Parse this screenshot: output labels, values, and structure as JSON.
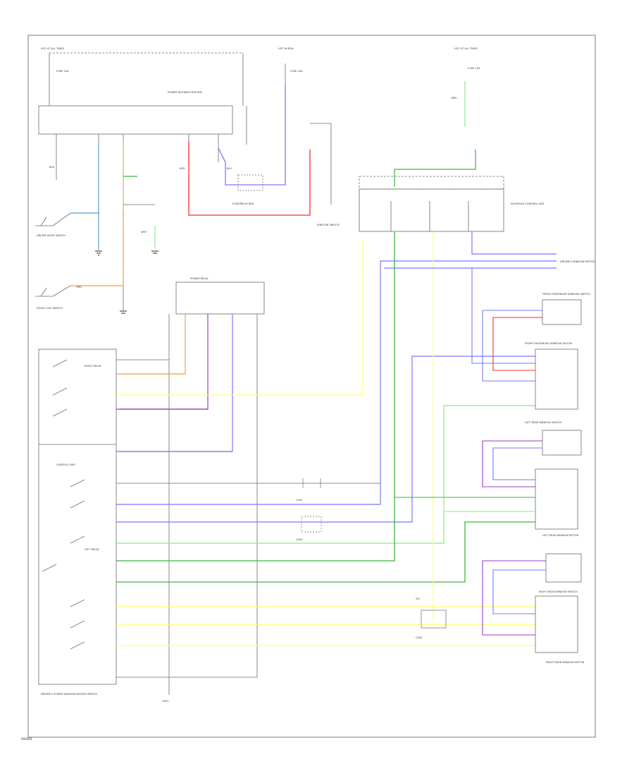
{
  "diagram": {
    "title": "",
    "colors": {
      "frame": "#6a6a6a",
      "wire_black": "#2a2a2a",
      "wire_gray": "#9a9a9a",
      "wire_blue": "#7878ff",
      "wire_red": "#ff2a2a",
      "wire_green": "#3cb43c",
      "wire_lightgreen": "#8ce88c",
      "wire_yellow": "#ffff6e",
      "wire_orange": "#ff9a3a",
      "wire_tan": "#d8b070",
      "wire_purple": "#9a3ac8",
      "wire_lightblue": "#4aa0d8",
      "wire_darkred": "#c83a5a"
    },
    "labels": {
      "hot_at_all_times_left": "HOT AT ALL TIMES",
      "hot_in_run": "HOT IN RUN",
      "hot_at_all_times_right": "HOT AT ALL TIMES",
      "fuse_box_left": "POWER DISTRIBUTION BOX",
      "fuse_left": "FUSE 20A",
      "fuse_mid": "FUSE 10A",
      "fuse_right": "FUSE 10A",
      "under_dash_box": "FUSE/RELAY BOX",
      "door_switch": "DRIVER DOOR SWITCH",
      "lock_switch": "DOOR LOCK SWITCH",
      "master_switch": "DRIVER'S POWER WINDOW MASTER SWITCH",
      "control_unit": "CONTROL UNIT",
      "right_relay": "RIGHT RELAY",
      "left_relay": "LEFT RELAY",
      "power_relay": "POWER RELAY",
      "ignition_switch": "IGNITION SWITCH",
      "multiplex_unit": "MULTIPLEX CONTROL UNIT",
      "front_pass_motor": "FRONT PASSENGER WINDOW MOTOR",
      "front_pass_switch": "FRONT PASSENGER WINDOW SWITCH",
      "left_rear_motor": "LEFT REAR WINDOW MOTOR",
      "left_rear_switch": "LEFT REAR WINDOW SWITCH",
      "right_rear_motor": "RIGHT REAR WINDOW MOTOR",
      "right_rear_switch": "RIGHT REAR WINDOW SWITCH",
      "driver_motor": "DRIVER'S WINDOW MOTOR",
      "ground": "G401",
      "connector_1": "C402",
      "connector_2": "C403",
      "connector_3": "C404",
      "wire_blk": "BLK",
      "wire_blu": "BLU",
      "wire_red": "RED",
      "wire_grn": "GRN",
      "wire_yel": "YEL",
      "wire_org": "ORG",
      "wire_wht": "WHT"
    },
    "code": "000000"
  }
}
